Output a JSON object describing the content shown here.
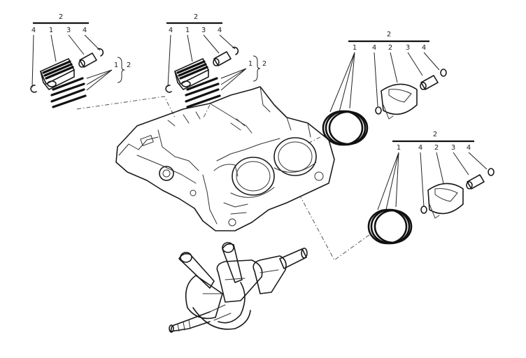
{
  "diagram": {
    "callouts": {
      "g1": {
        "top": "2",
        "a": "4",
        "b": "1",
        "c": "3",
        "d": "4",
        "side_a": "1",
        "side_b": "2"
      },
      "g2": {
        "top": "2",
        "a": "4",
        "b": "1",
        "c": "3",
        "d": "4",
        "side_a": "1",
        "side_b": "2"
      },
      "g3": {
        "top": "2",
        "a": "1",
        "b": "4",
        "c": "2",
        "d": "3",
        "e": "4"
      },
      "g4": {
        "top": "2",
        "a": "1",
        "b": "4",
        "c": "2",
        "d": "3",
        "e": "4"
      }
    }
  }
}
